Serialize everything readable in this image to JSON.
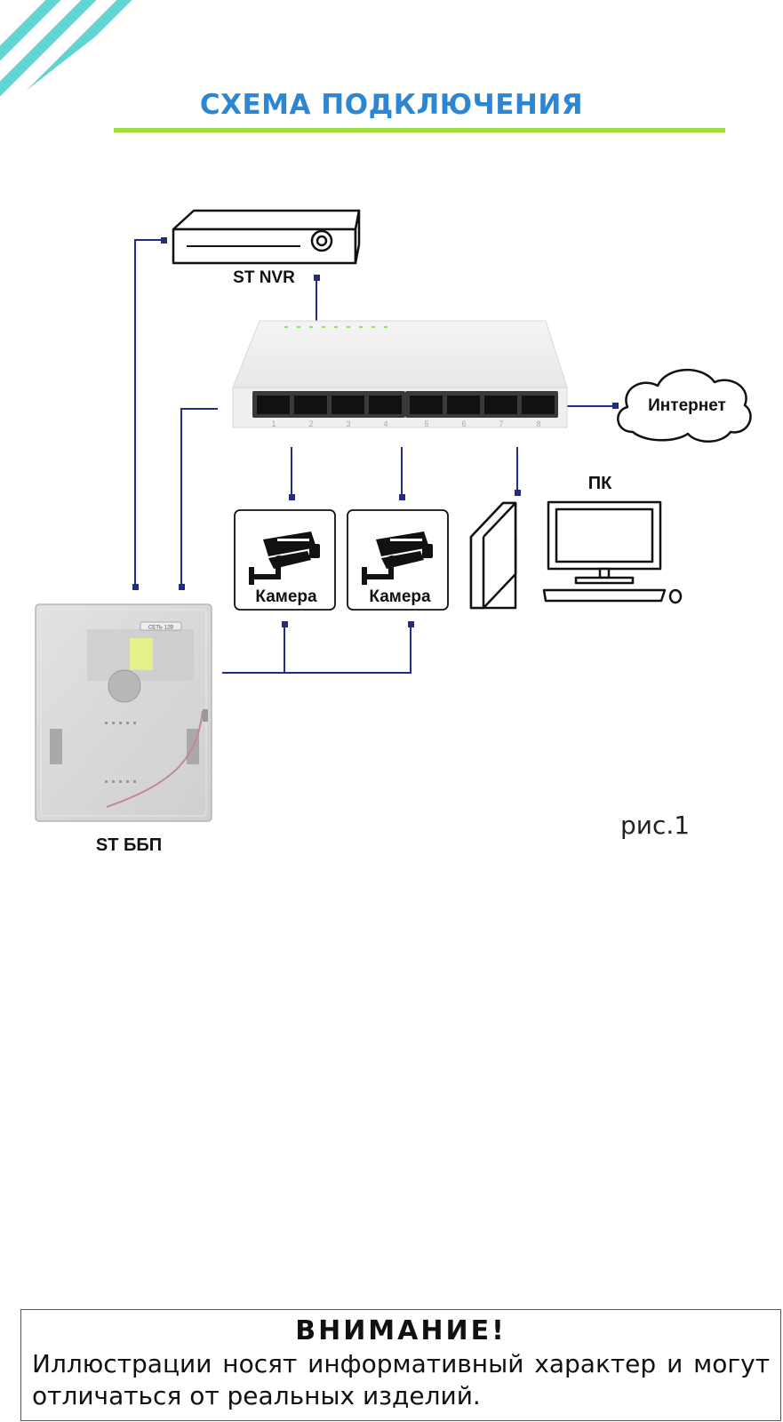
{
  "title": "СХЕМА ПОДКЛЮЧЕНИЯ",
  "nodes": {
    "nvr": "ST NVR",
    "internet": "Интернет",
    "pc": "ПК",
    "camera_1": "Камера",
    "camera_2": "Камера",
    "psu": "ST ББП",
    "psu_tag": "СЕТЬ 12В"
  },
  "switch_port_numbers": [
    "1",
    "2",
    "3",
    "4",
    "5",
    "6",
    "7",
    "8"
  ],
  "figure_caption": "рис.1",
  "notice": {
    "title": "ВНИМАНИЕ!",
    "text": "Иллюстрации носят информативный характер и могут отличаться от реальных изделий."
  },
  "colors": {
    "title": "#2d86d2",
    "title_underline": "#9fdc3c",
    "corner_stripes": "#5fd4d2",
    "wire": "#1f2a8c"
  },
  "icons": [
    "nvr-icon",
    "network-switch-icon",
    "cloud-icon",
    "cctv-camera-icon",
    "desktop-pc-icon",
    "power-supply-box-icon"
  ]
}
